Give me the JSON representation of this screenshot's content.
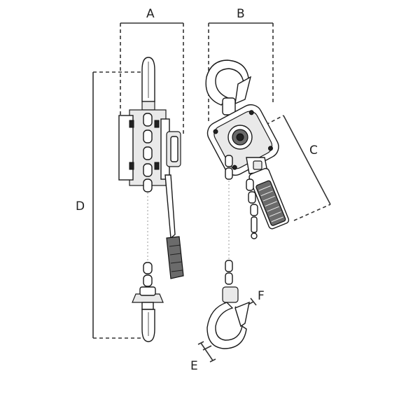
{
  "dimensions": {
    "a": "A",
    "b": "B",
    "c": "C",
    "d": "D",
    "e": "E",
    "f": "F"
  },
  "colors": {
    "line": "#333333",
    "fill_light": "#e9e9e9",
    "fill_dark": "#6b6b6b"
  }
}
